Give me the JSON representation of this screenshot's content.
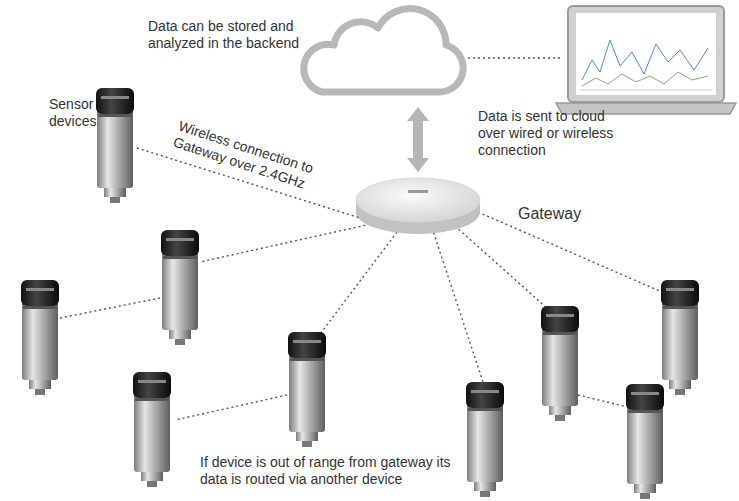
{
  "diagram": {
    "nodes": [
      {
        "text": [
          "Data can be stored and analyzed in the backend"
        ]
      },
      {
        "text": [
          "Sensor devices"
        ]
      },
      {
        "text": [
          "Gateway"
        ]
      }
    ],
    "edges": [
      {
        "from": 1,
        "to": 2,
        "arrow": "none",
        "label": "Wireless connection to Gateway over 2.4GHz"
      },
      {
        "from": 2,
        "to": 0,
        "arrow": "both",
        "label": "Data is sent to cloud over wired or wireless connection"
      }
    ],
    "labels": [
      "If device is out of range from gateway its data is routed via another device"
    ]
  }
}
